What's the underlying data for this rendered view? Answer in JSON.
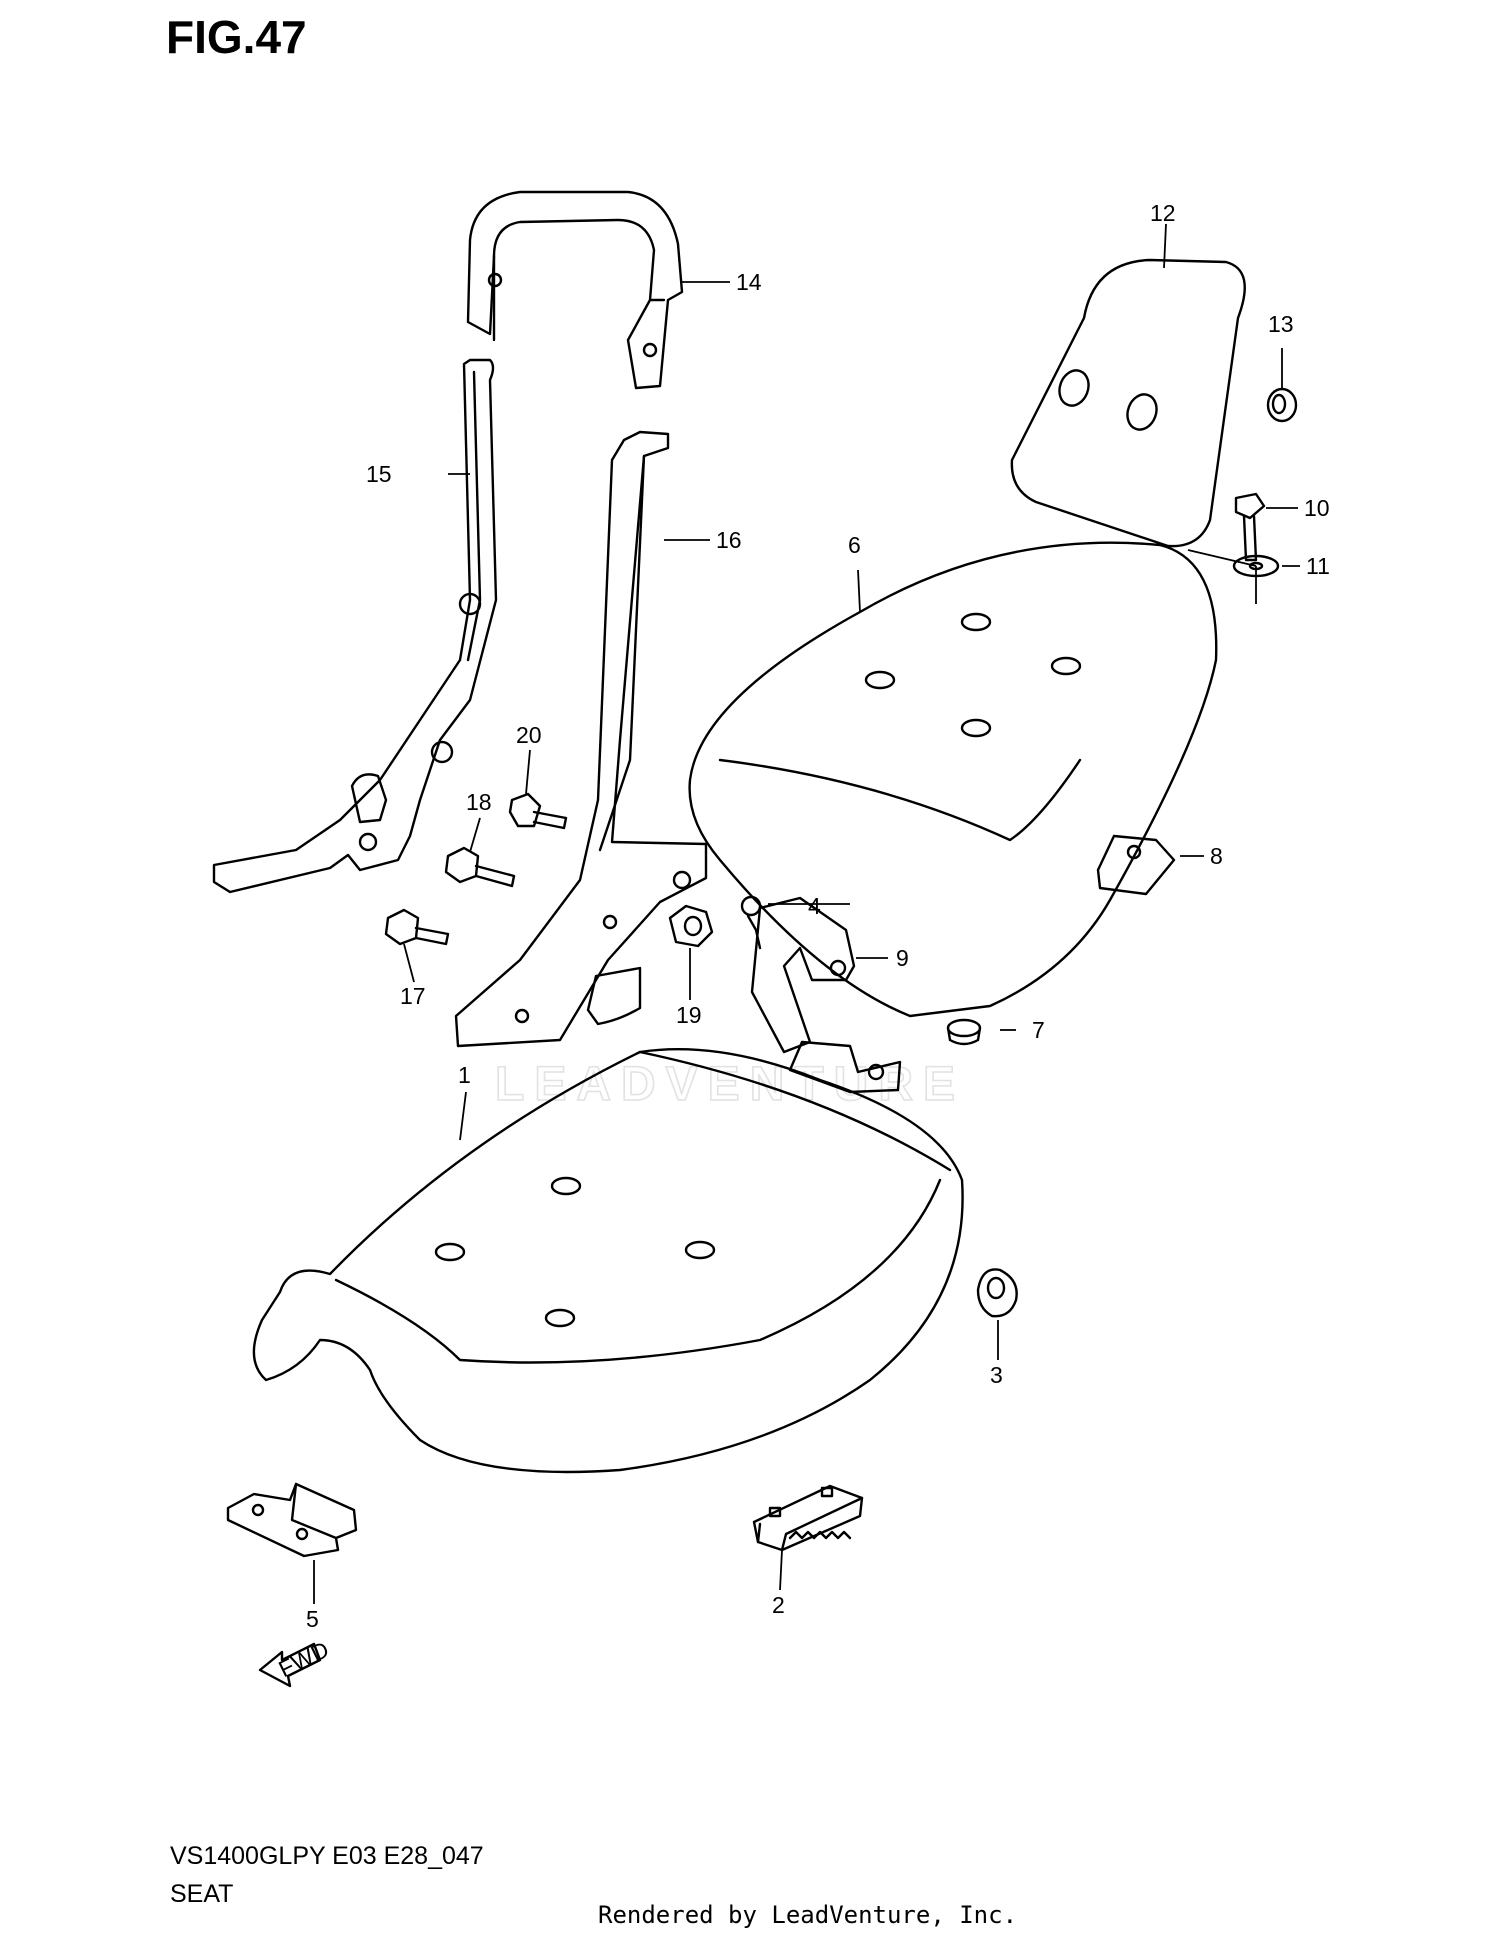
{
  "figure": {
    "title": "FIG.47"
  },
  "watermark": "LEADVENTURE",
  "footer": {
    "model_code": "VS1400GLPY E03 E28_047",
    "section": "SEAT",
    "rendered_by": "Rendered by LeadVenture, Inc."
  },
  "callouts": [
    "1",
    "2",
    "3",
    "4",
    "5",
    "6",
    "7",
    "8",
    "9",
    "10",
    "11",
    "12",
    "13",
    "14",
    "15",
    "16",
    "17",
    "18",
    "19",
    "20"
  ],
  "fwd_label": "FWD"
}
